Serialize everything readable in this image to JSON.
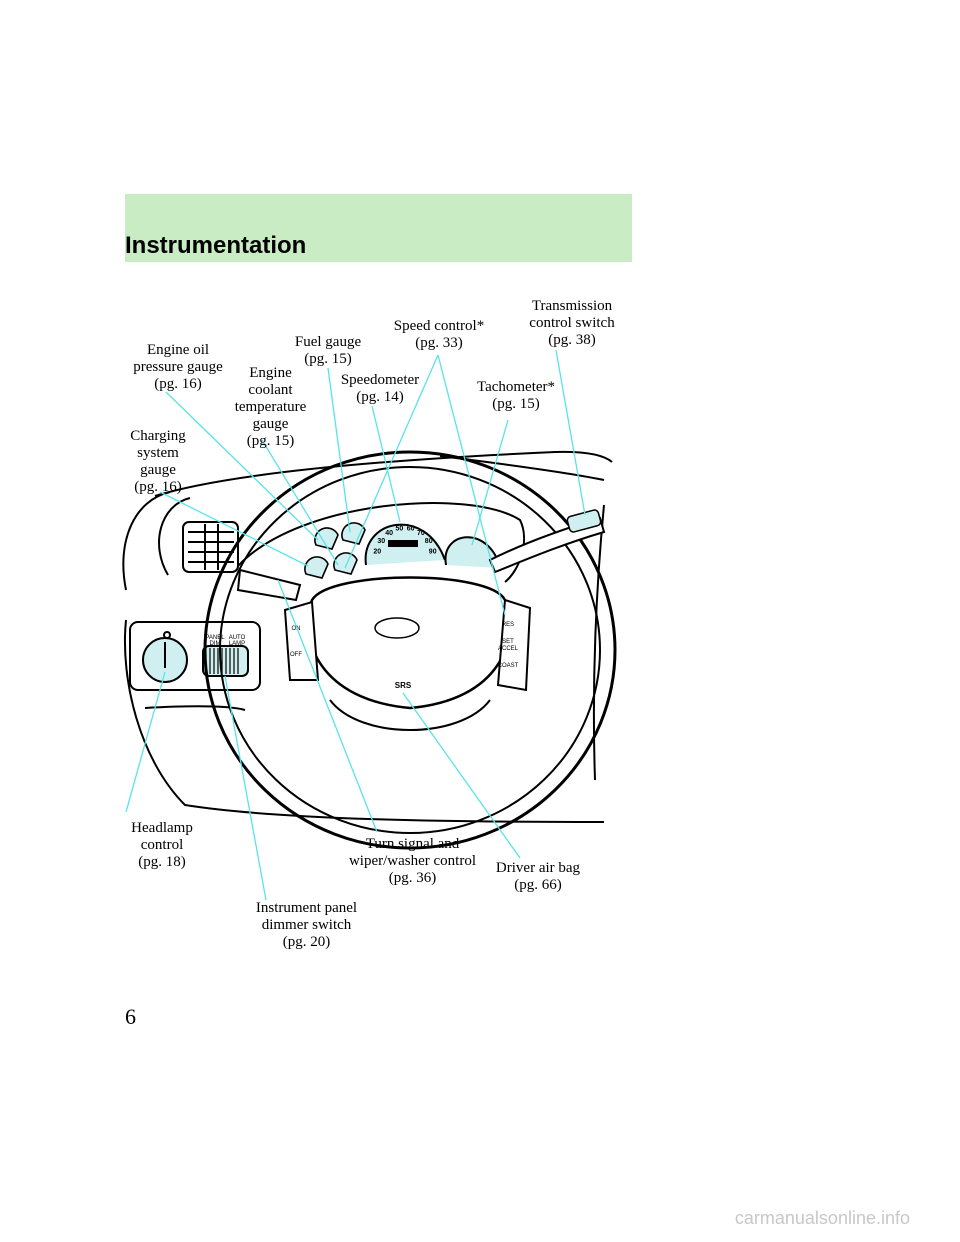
{
  "header": {
    "title": "Instrumentation"
  },
  "callouts": {
    "engine_oil": "Engine oil\npressure gauge\n(pg. 16)",
    "engine_coolant": "Engine\ncoolant\ntemperature\ngauge\n(pg. 15)",
    "fuel_gauge": "Fuel gauge\n(pg. 15)",
    "speed_control": "Speed control*\n(pg. 33)",
    "transmission": "Transmission\ncontrol switch\n(pg. 38)",
    "speedometer": "Speedometer\n(pg. 14)",
    "tachometer": "Tachometer*\n(pg. 15)",
    "charging": "Charging\nsystem\ngauge\n(pg. 16)",
    "headlamp": "Headlamp\ncontrol\n(pg. 18)",
    "turn_signal": "Turn signal and\nwiper/washer control\n(pg. 36)",
    "driver_airbag": "Driver air bag\n(pg. 66)",
    "dimmer": "Instrument panel\ndimmer switch\n(pg. 20)"
  },
  "illustration": {
    "speedo_ticks": [
      "20",
      "30",
      "40",
      "50",
      "60",
      "70",
      "80",
      "90"
    ],
    "switch_labels": {
      "on": "ON",
      "off": "OFF",
      "res": "RES",
      "set_accel_1": "SET",
      "set_accel_2": "ACCEL",
      "coast": "COAST",
      "srs": "SRS",
      "panel_dim_1": "PANEL",
      "panel_dim_2": "DIM",
      "auto_lamp_1": "AUTO",
      "auto_lamp_2": "LAMP"
    },
    "line_color": "#58e4e8"
  },
  "footer": {
    "page_number": "6",
    "watermark": "carmanualsonline.info"
  }
}
